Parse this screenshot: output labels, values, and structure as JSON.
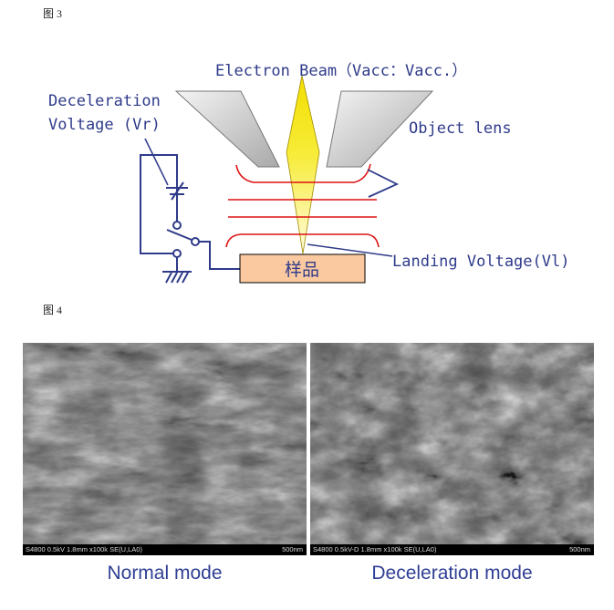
{
  "figure3": {
    "label": "图 3",
    "electron_beam": "Electron Beam（Vacc：Vacc.）",
    "deceleration_line1": "Deceleration",
    "deceleration_line2": "Voltage (Vr)",
    "object_lens": "Object lens",
    "landing_voltage": "Landing Voltage(Vl)",
    "sample": "样品",
    "colors": {
      "label_text": "#2f3b8a",
      "beam": "#f5e200",
      "electrode": "#dd1111",
      "sample_fill": "#fbc9a0"
    }
  },
  "figure4": {
    "label": "图 4",
    "images": [
      {
        "info": "S4800 0.5kV 1.8mm x100k SE(U,LA0)",
        "scale": "500nm",
        "caption": "Normal mode"
      },
      {
        "info": "S4800 0.5kV-D 1.8mm x100k SE(U,LA0)",
        "scale": "500nm",
        "caption": "Deceleration mode"
      }
    ]
  }
}
